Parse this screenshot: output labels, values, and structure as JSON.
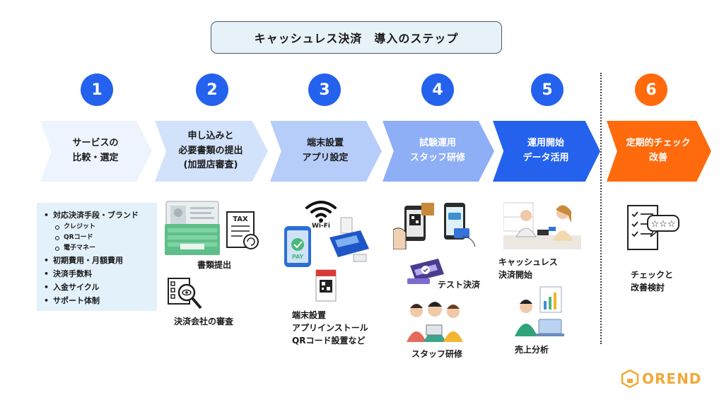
{
  "title": "キャッシュレス決済　導入のステップ",
  "colors": {
    "accent_blue": "#2462ee",
    "accent_orange": "#ff6a0d",
    "title_bg": "#e7f2f8",
    "list_bg": "#e3f1fb",
    "logo": "#f2a83a"
  },
  "steps": [
    {
      "number": "1",
      "label": "サービスの\n比較・選定",
      "color": "#eef4fd",
      "text_color": "#1a1a1a"
    },
    {
      "number": "2",
      "label": "申し込みと\n必要書類の提出\n(加盟店審査)",
      "color": "#d2e2fb",
      "text_color": "#1a1a1a"
    },
    {
      "number": "3",
      "label": "端末設置\nアプリ設定",
      "color": "#b6cdf9",
      "text_color": "#1a1a1a"
    },
    {
      "number": "4",
      "label": "試験運用\nスタッフ研修",
      "color": "#8eaef6",
      "text_color": "#ffffff"
    },
    {
      "number": "5",
      "label": "運用開始\nデータ活用",
      "color": "#2462ee",
      "text_color": "#ffffff"
    },
    {
      "number": "6",
      "label": "定期的チェック\n改善",
      "color": "#ff6a0d",
      "text_color": "#ffffff"
    }
  ],
  "step1_items": [
    {
      "text": "対応決済手段・ブランド",
      "level": 1
    },
    {
      "text": "クレジット",
      "level": 2
    },
    {
      "text": "QRコード",
      "level": 2
    },
    {
      "text": "電子マネー",
      "level": 2
    },
    {
      "text": "初期費用・月額費用",
      "level": 1
    },
    {
      "text": "決済手数料",
      "level": 1
    },
    {
      "text": "入金サイクル",
      "level": 1
    },
    {
      "text": "サポート体制",
      "level": 1
    }
  ],
  "step2": {
    "caption_documents": "書類提出",
    "caption_review": "決済会社の審査",
    "tax_text": "TAX"
  },
  "step3": {
    "caption": "端末設置\nアプリインストール\nQRコード設置など",
    "wifi_text": "Wi-Fi",
    "pay_text": "PAY"
  },
  "step4": {
    "caption_test": "テスト決済",
    "caption_training": "スタッフ研修"
  },
  "step5": {
    "caption_start": "キャッシュレス\n決済開始",
    "caption_analysis": "売上分析"
  },
  "step6": {
    "caption": "チェックと\n改善検討"
  },
  "logo_text": "OREND"
}
